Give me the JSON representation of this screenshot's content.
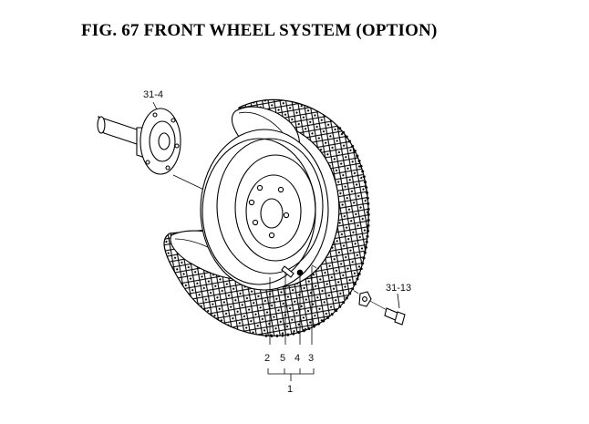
{
  "figure": {
    "title": "FIG. 67  FRONT WHEEL SYSTEM (OPTION)"
  },
  "callouts": {
    "hub": "31-4",
    "bolt": "31-13",
    "part_2": "2",
    "part_5": "5",
    "part_4": "4",
    "part_3": "3",
    "assembly": "1"
  },
  "colors": {
    "line": "#000000",
    "background": "#ffffff"
  }
}
